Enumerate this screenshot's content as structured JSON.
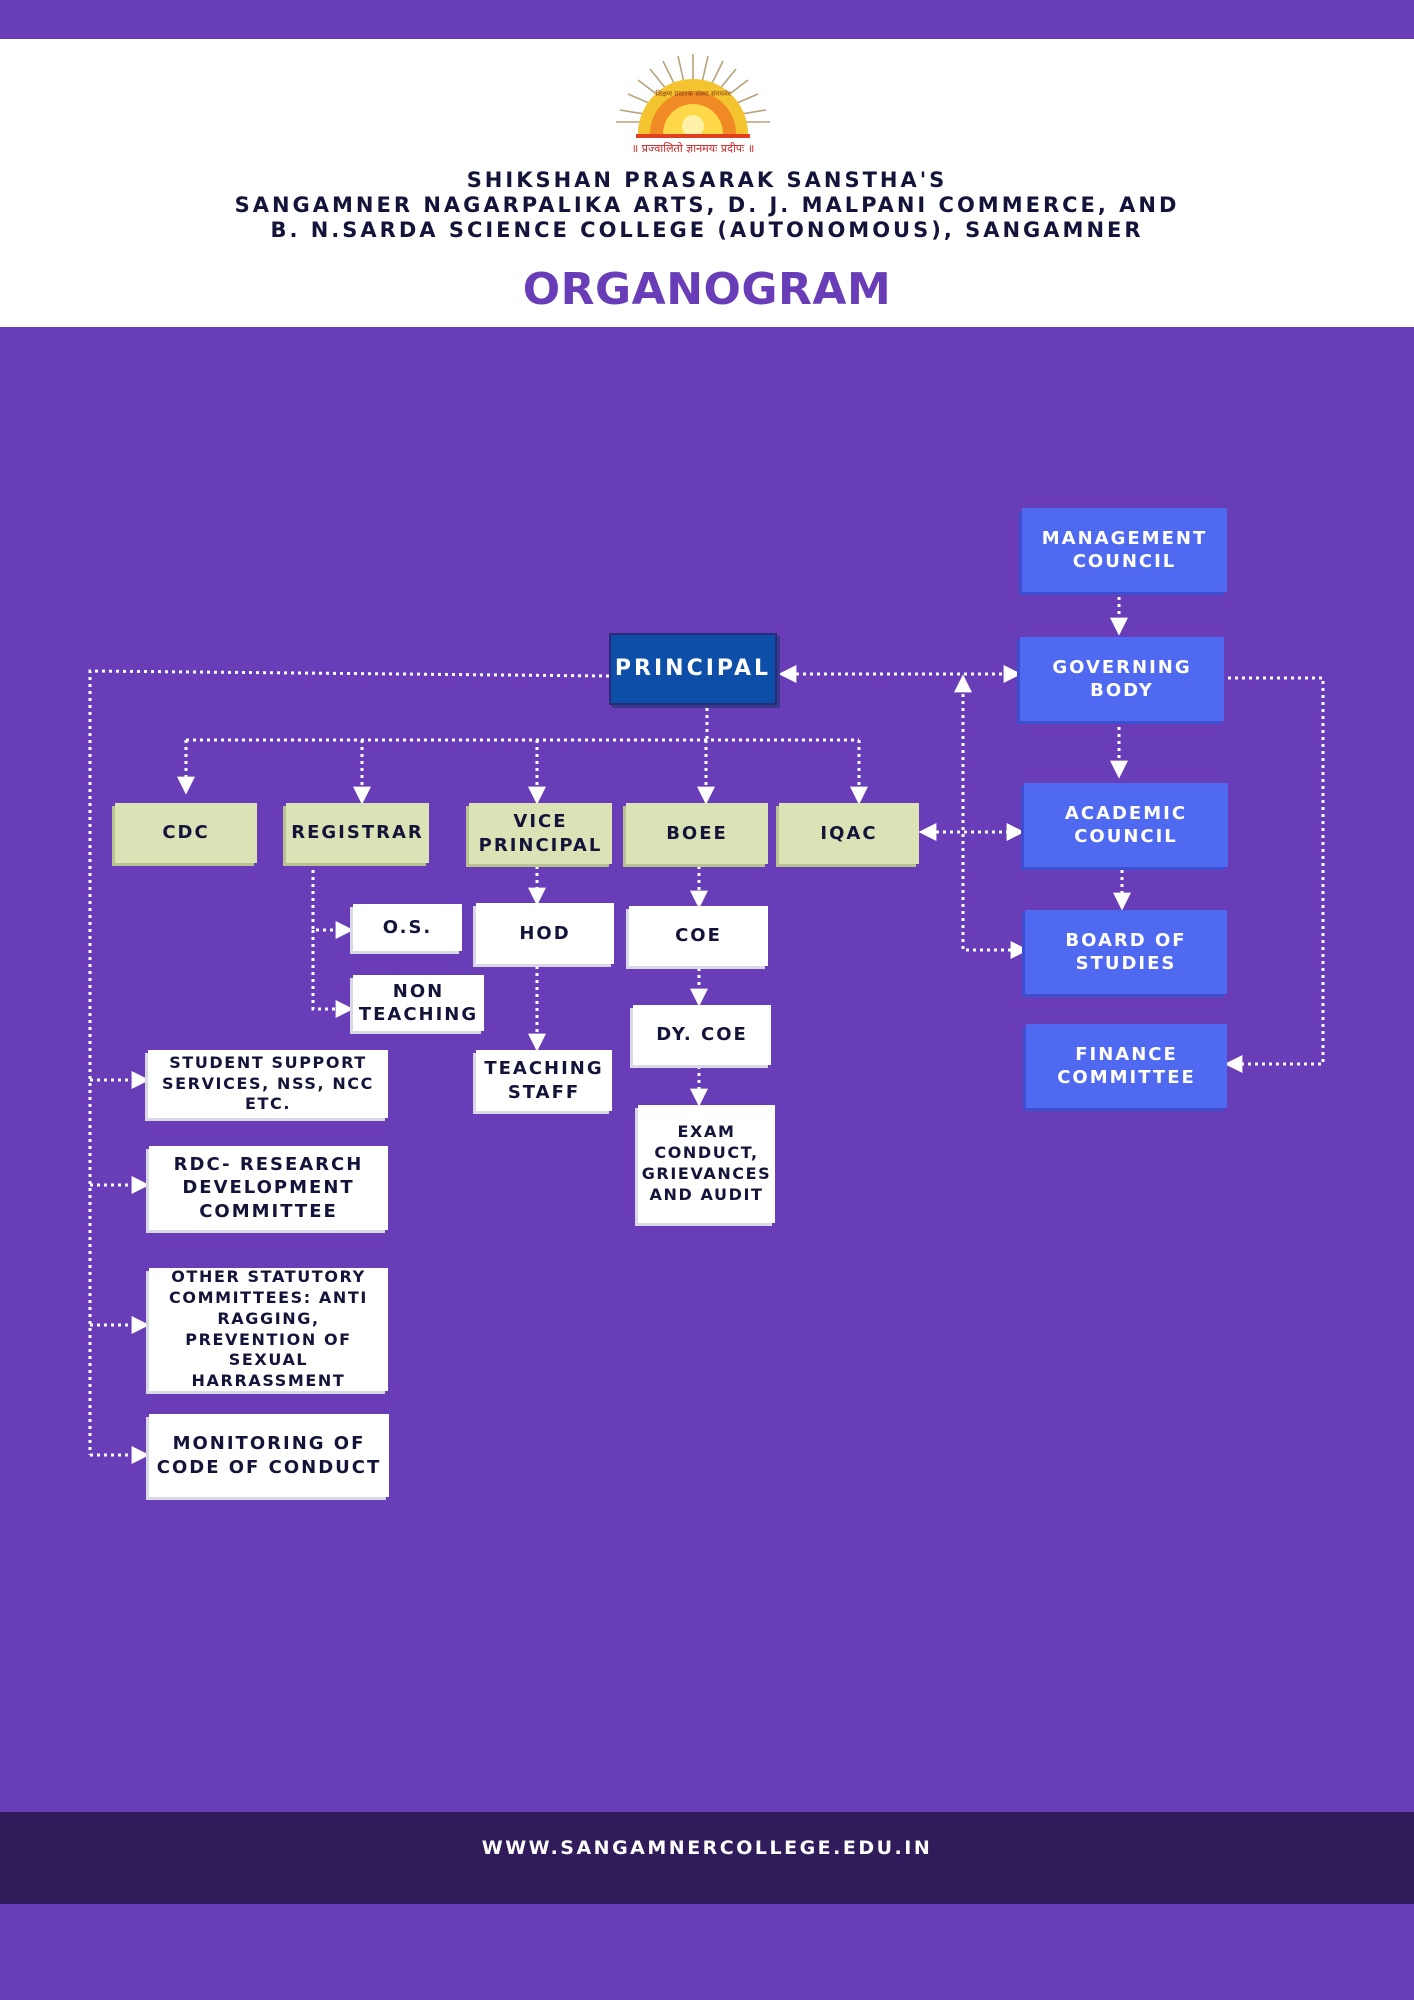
{
  "header": {
    "logo_motto": "॥ प्रज्वालितो ज्ञानमयः प्रदीपः ॥",
    "logo_arc_text": "शिक्षण प्रसारक संस्था संगमनेर",
    "institution_lines": [
      "SHIKSHAN PRASARAK SANSTHA'S",
      "SANGAMNER NAGARPALIKA ARTS, D. J. MALPANI COMMERCE, AND",
      "B. N.SARDA SCIENCE COLLEGE (AUTONOMOUS), SANGAMNER"
    ],
    "title": "ORGANOGRAM"
  },
  "chart": {
    "nodes": {
      "management_council": "MANAGEMENT COUNCIL",
      "principal": "PRINCIPAL",
      "governing_body": "GOVERNING BODY",
      "cdc": "CDC",
      "registrar": "REGISTRAR",
      "vice_principal": "VICE PRINCIPAL",
      "boee": "BOEE",
      "iqac": "IQAC",
      "academic_council": "ACADEMIC COUNCIL",
      "os": "O.S.",
      "hod": "HOD",
      "coe": "COE",
      "board_of_studies": "BOARD OF STUDIES",
      "non_teaching": "NON TEACHING",
      "dy_coe": "DY. COE",
      "student_support": "STUDENT SUPPORT SERVICES, NSS, NCC ETC.",
      "teaching_staff": "TEACHING STAFF",
      "finance_committee": "FINANCE COMMITTEE",
      "exam_conduct": "EXAM CONDUCT, GRIEVANCES AND AUDIT",
      "rdc": "RDC- RESEARCH DEVELOPMENT COMMITTEE",
      "other_committees": "OTHER STATUTORY COMMITTEES: ANTI RAGGING, PREVENTION OF SEXUAL HARRASSMENT",
      "monitoring": "MONITORING OF CODE OF CONDUCT"
    },
    "edges": [
      [
        "management_council",
        "governing_body"
      ],
      [
        "governing_body",
        "principal"
      ],
      [
        "principal",
        "governing_body"
      ],
      [
        "principal",
        "cdc"
      ],
      [
        "principal",
        "registrar"
      ],
      [
        "principal",
        "vice_principal"
      ],
      [
        "principal",
        "boee"
      ],
      [
        "principal",
        "iqac"
      ],
      [
        "registrar",
        "os"
      ],
      [
        "registrar",
        "non_teaching"
      ],
      [
        "vice_principal",
        "hod"
      ],
      [
        "hod",
        "teaching_staff"
      ],
      [
        "boee",
        "coe"
      ],
      [
        "coe",
        "dy_coe"
      ],
      [
        "dy_coe",
        "exam_conduct"
      ],
      [
        "governing_body",
        "academic_council"
      ],
      [
        "academic_council",
        "board_of_studies"
      ],
      [
        "iqac",
        "academic_council"
      ],
      [
        "academic_council",
        "iqac"
      ],
      [
        "governing_body",
        "finance_committee"
      ],
      [
        "principal",
        "student_support"
      ],
      [
        "principal",
        "rdc"
      ],
      [
        "principal",
        "other_committees"
      ],
      [
        "principal",
        "monitoring"
      ]
    ]
  },
  "footer": {
    "url": "WWW.SANGAMNERCOLLEGE.EDU.IN"
  }
}
